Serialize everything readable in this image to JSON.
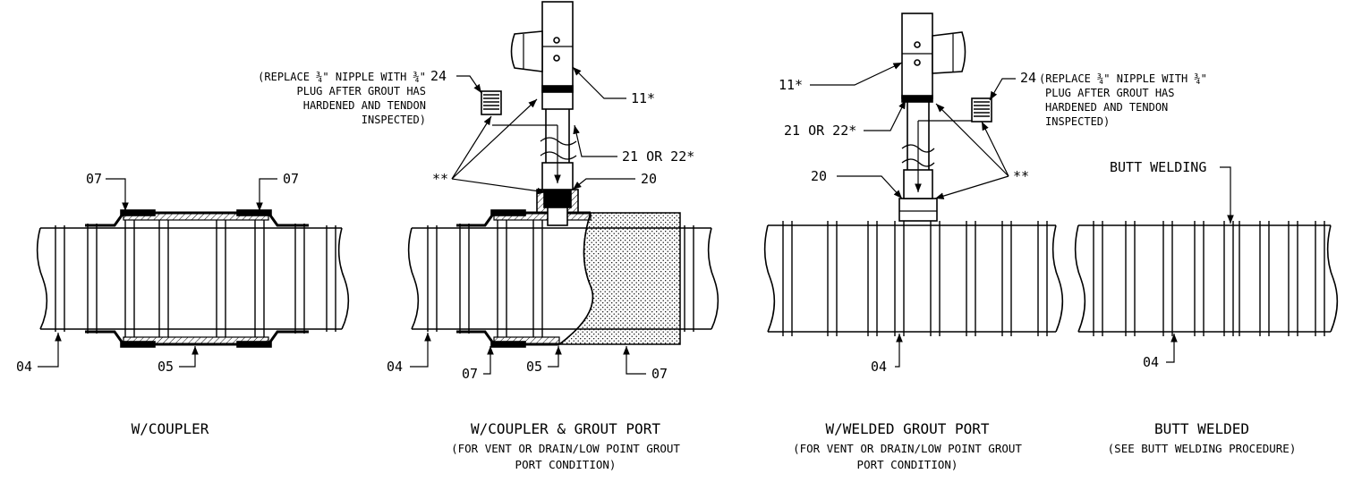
{
  "callouts": {
    "p1_top_left": "07",
    "p1_top_right": "07",
    "p1_bottom_left": "04",
    "p1_bottom_right": "05",
    "p2_note_number": "24",
    "p2_note_lines": [
      "(REPLACE ¾\" NIPPLE WITH ¾\"",
      "PLUG AFTER GROUT HAS",
      "HARDENED AND TENDON",
      "INSPECTED)"
    ],
    "p2_valve": "11*",
    "p2_pipe": "21 OR 22*",
    "p2_stars": "**",
    "p2_port": "20",
    "p2_b04": "04",
    "p2_b07a": "07",
    "p2_b05": "05",
    "p2_b07b": "07",
    "p3_valve": "11*",
    "p3_pipe": "21 OR 22*",
    "p3_port": "20",
    "p3_note_number": "24",
    "p3_note_lines": [
      "(REPLACE ¾\" NIPPLE WITH ¾\"",
      "PLUG AFTER GROUT HAS",
      "HARDENED AND TENDON",
      "INSPECTED)"
    ],
    "p3_stars": "**",
    "p3_b04": "04",
    "p4_weld": "BUTT WELDING",
    "p4_b04": "04"
  },
  "captions": [
    {
      "title": "W/COUPLER",
      "sub": []
    },
    {
      "title": "W/COUPLER & GROUT PORT",
      "sub": [
        "(FOR VENT OR DRAIN/LOW POINT GROUT",
        "PORT CONDITION)"
      ]
    },
    {
      "title": "W/WELDED GROUT PORT",
      "sub": [
        "(FOR VENT OR DRAIN/LOW POINT GROUT",
        "PORT CONDITION)"
      ]
    },
    {
      "title": "BUTT WELDED",
      "sub": [
        "(SEE BUTT WELDING PROCEDURE)"
      ]
    }
  ]
}
